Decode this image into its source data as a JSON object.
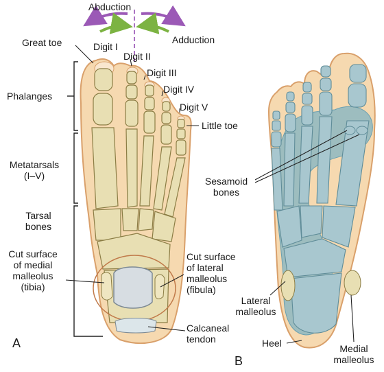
{
  "labels": {
    "abduction": "Abduction",
    "adduction": "Adduction",
    "great_toe": "Great toe",
    "digit_1": "Digit I",
    "digit_2": "Digit II",
    "digit_3": "Digit III",
    "digit_4": "Digit IV",
    "digit_5": "Digit V",
    "little_toe": "Little toe",
    "phalanges": "Phalanges",
    "metatarsals": "Metatarsals",
    "metatarsals_range": "(I–V)",
    "tarsal_1": "Tarsal",
    "tarsal_2": "bones",
    "cut_medial": [
      "Cut surface",
      "of medial",
      "malleolus",
      "(tibia)"
    ],
    "cut_lateral": [
      "Cut surface",
      "of lateral",
      "malleolus",
      "(fibula)"
    ],
    "calcaneal": [
      "Calcaneal",
      "tendon"
    ],
    "sesamoid": [
      "Sesamoid",
      "bones"
    ],
    "lateral_malleolus": [
      "Lateral",
      "malleolus"
    ],
    "heel": "Heel",
    "medial_malleolus": [
      "Medial",
      "malleolus"
    ],
    "panel_a": "A",
    "panel_b": "B"
  },
  "colors": {
    "skin": "#f6d9b0",
    "skin_edge": "#d9a06b",
    "bone": "#e8dfb3",
    "bone_edge": "#8b7d45",
    "blue_region": "#7fb3c4",
    "abduction_arrow": "#9b59b6",
    "adduction_arrow": "#7cb342",
    "axis_line": "#8e44ad"
  }
}
